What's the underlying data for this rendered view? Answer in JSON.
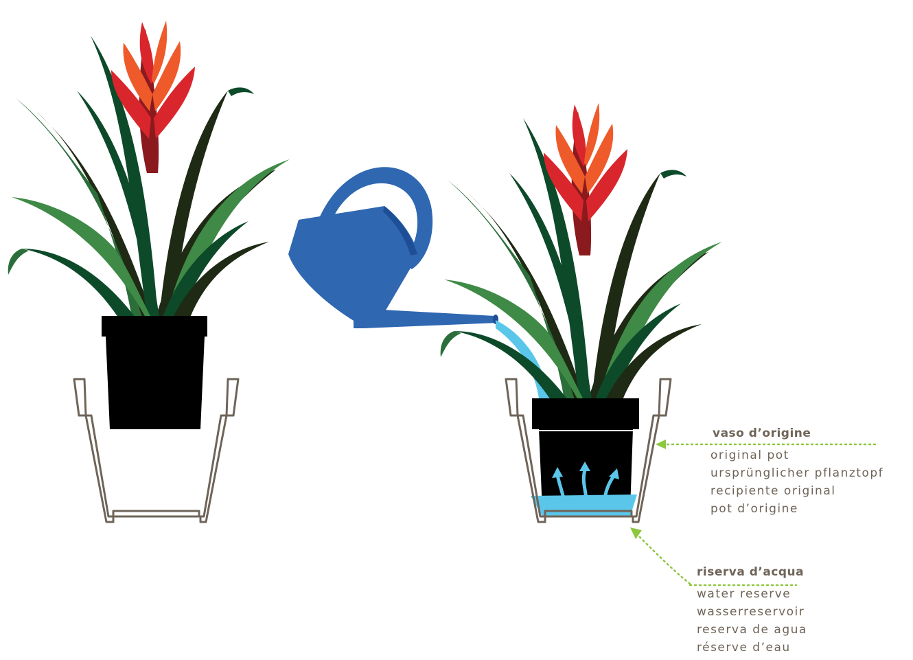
{
  "labels": {
    "original_pot": {
      "title": "vaso d’origine",
      "lines": [
        "original pot",
        "ursprünglicher pflanztopf",
        "recipiente original",
        "pot d’origine"
      ]
    },
    "water_reserve": {
      "title": "riserva d’acqua",
      "lines": [
        "water reserve",
        "wasserreservoir",
        "reserva de agua",
        "réserve d’eau"
      ]
    }
  },
  "colors": {
    "leaf_dark": "#0d4a2a",
    "leaf_mid": "#2b6e3a",
    "leaf_light": "#3f8a46",
    "leaf_black": "#1e2a14",
    "flower_red": "#d9262c",
    "flower_orange": "#ef5a2a",
    "flower_dark": "#8a1a1e",
    "pot_black": "#000000",
    "planter_outline": "#6f6458",
    "can_blue": "#2f67b1",
    "water_blue": "#5ac6ea",
    "leader_green": "#8dc63f"
  }
}
